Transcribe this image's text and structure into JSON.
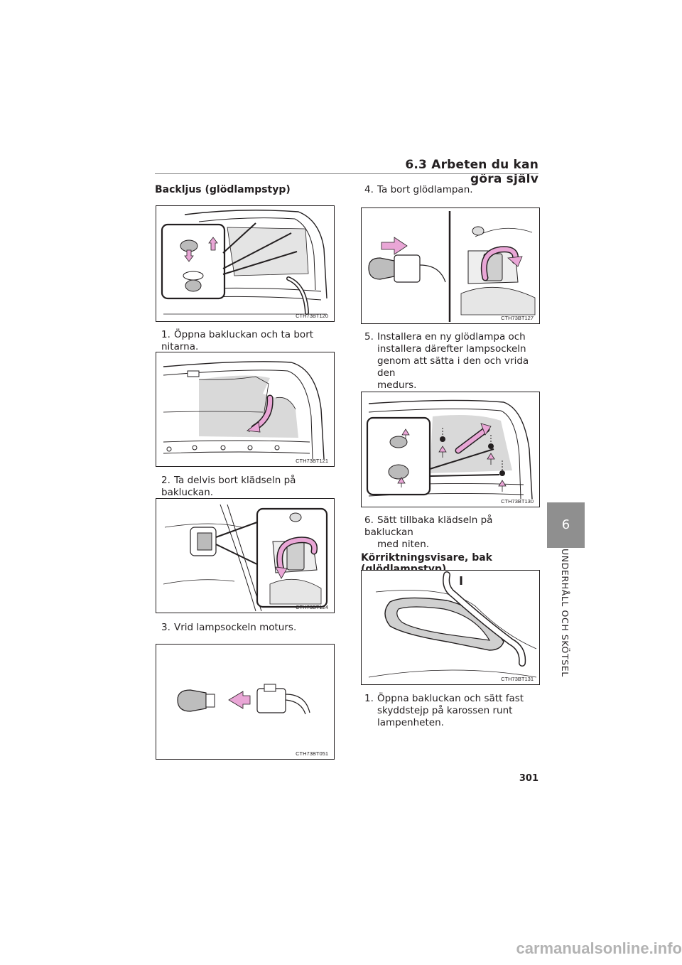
{
  "header": {
    "section_title": "6.3  Arbeten du kan göra själv"
  },
  "left_column": {
    "heading": "Backljus (glödlampstyp)",
    "figures": [
      {
        "code": "CTH73BT120"
      },
      {
        "code": "CTH73BT121"
      },
      {
        "code": "CTH73BT124"
      },
      {
        "code": "CTH73BT051"
      }
    ],
    "steps": [
      {
        "number": "1.",
        "text": "Öppna bakluckan och ta bort nitarna."
      },
      {
        "number": "2.",
        "text": "Ta delvis bort klädseln på bakluckan."
      },
      {
        "number": "3.",
        "text": "Vrid lampsockeln moturs."
      }
    ]
  },
  "right_column": {
    "figures": [
      {
        "code": "CTH73BT127"
      },
      {
        "code": "CTH73BT130"
      },
      {
        "code": "CTH73BT131"
      }
    ],
    "steps": [
      {
        "number": "4.",
        "line1": "Ta bort glödlampan."
      },
      {
        "number": "5.",
        "line1": "Installera en ny glödlampa och",
        "line2": "installera därefter lampsockeln",
        "line3": "genom att sätta i den och vrida den",
        "line4": "medurs."
      },
      {
        "number": "6.",
        "line1": "Sätt tillbaka klädseln på bakluckan",
        "line2": "med niten."
      }
    ],
    "heading2": "Körriktningsvisare, bak (glödlampstyp)",
    "steps2": [
      {
        "number": "1.",
        "line1": "Öppna bakluckan och sätt fast",
        "line2": "skyddstejp på karossen runt",
        "line3": "lampenheten."
      }
    ]
  },
  "side_tab": {
    "chapter_number": "6",
    "chapter_label": "UNDERHÅLL OCH SKÖTSEL",
    "tab_color": "#8f8f8f"
  },
  "footer": {
    "page_number": "301",
    "watermark": "carmanualsonline.info"
  },
  "colors": {
    "arrow_pink": "#e9a6d6",
    "shade_gray": "#d9d9d9"
  }
}
